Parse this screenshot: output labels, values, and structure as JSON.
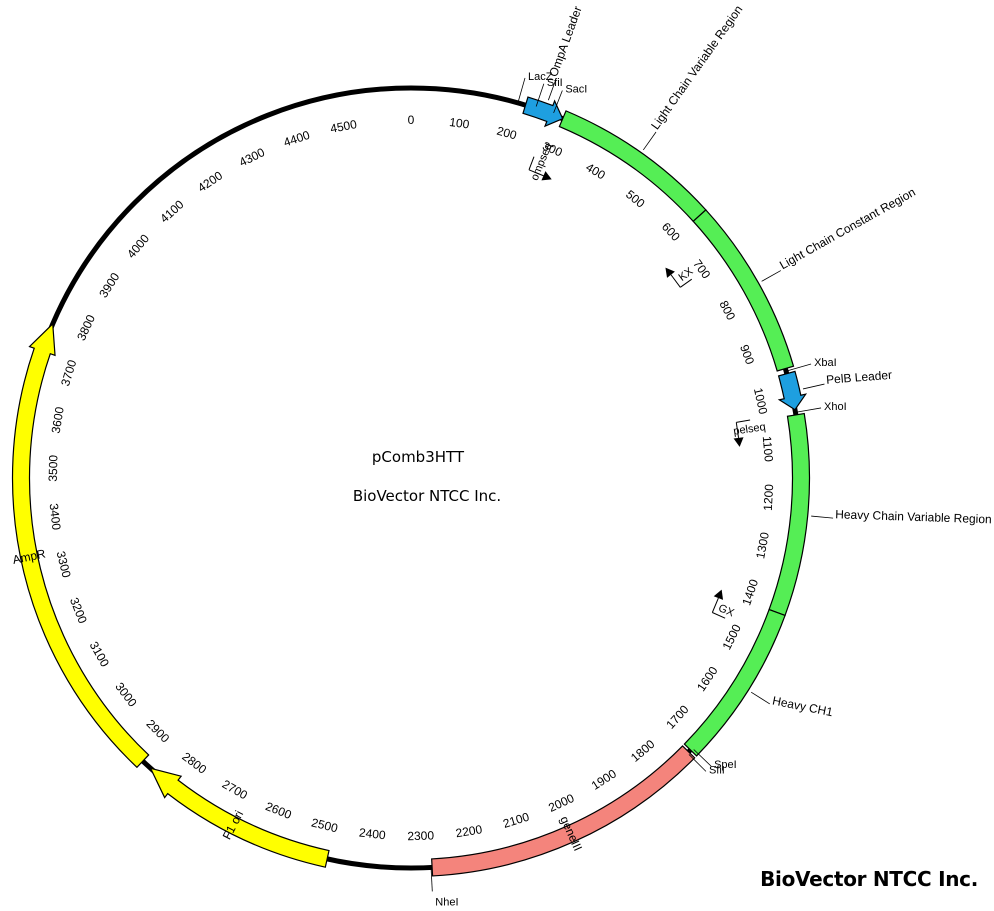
{
  "plasmid": {
    "name": "pComb3HTT",
    "company": "BioVector NTCC Inc.",
    "length": 4640,
    "tick_step": 100,
    "tick_labels": [
      "0",
      "100",
      "200",
      "300",
      "400",
      "500",
      "600",
      "700",
      "800",
      "900",
      "1000",
      "1100",
      "1200",
      "1300",
      "1400",
      "1500",
      "1600",
      "1700",
      "1800",
      "1900",
      "2000",
      "2100",
      "2200",
      "2300",
      "2400",
      "2500",
      "2600",
      "2700",
      "2800",
      "2900",
      "3000",
      "3100",
      "3200",
      "3300",
      "3400",
      "3500",
      "3600",
      "3700",
      "3800",
      "3900",
      "4000",
      "4100",
      "4200",
      "4300",
      "4400",
      "4500"
    ]
  },
  "features": [
    {
      "id": "ompa",
      "label": "OmpA Leader",
      "start": 220,
      "end": 295,
      "color": "#1e9fe0",
      "dir": 1,
      "label_pos": "outside"
    },
    {
      "id": "lcv",
      "label": "Light Chain Variable Region",
      "start": 295,
      "end": 615,
      "color": "#55ee55",
      "dir": 0,
      "label_pos": "outside"
    },
    {
      "id": "lcc",
      "label": "Light Chain Constant Region",
      "start": 615,
      "end": 950,
      "color": "#55ee55",
      "dir": 0,
      "label_pos": "outside"
    },
    {
      "id": "pelb",
      "label": "PelB Leader",
      "start": 960,
      "end": 1030,
      "color": "#1e9fe0",
      "dir": 1,
      "label_pos": "outside"
    },
    {
      "id": "hcv",
      "label": "Heavy Chain Variable Region",
      "start": 1040,
      "end": 1420,
      "color": "#55ee55",
      "dir": 0,
      "label_pos": "outside"
    },
    {
      "id": "hch1",
      "label": "Heavy CH1",
      "start": 1420,
      "end": 1730,
      "color": "#55ee55",
      "dir": 0,
      "label_pos": "outside"
    },
    {
      "id": "gene3",
      "label": "geneIII",
      "start": 1735,
      "end": 2280,
      "color": "#f4847c",
      "dir": 0,
      "label_pos": "inside"
    },
    {
      "id": "f1",
      "label": "F1 ori",
      "start": 2480,
      "end": 2860,
      "color": "#ffff00",
      "dir": 1,
      "label_pos": "inside"
    },
    {
      "id": "ampr",
      "label": "AmpR",
      "start": 2880,
      "end": 3780,
      "color": "#ffff00",
      "dir": 1,
      "label_pos": "inside"
    }
  ],
  "sites": [
    {
      "label": "LacZ",
      "pos": 205
    },
    {
      "label": "SfiI",
      "pos": 240
    },
    {
      "label": "SacI",
      "pos": 275
    },
    {
      "label": "XbaI",
      "pos": 955
    },
    {
      "label": "XhoI",
      "pos": 1035
    },
    {
      "label": "SpeI",
      "pos": 1725
    },
    {
      "label": "SfiI",
      "pos": 1738
    },
    {
      "label": "NheI",
      "pos": 2282
    }
  ],
  "primers": [
    {
      "label": "ompseq",
      "pos": 270,
      "dir": 1
    },
    {
      "label": "KX",
      "pos": 705,
      "dir": -1
    },
    {
      "label": "pelseq",
      "pos": 1035,
      "dir": 1
    },
    {
      "label": "GX",
      "pos": 1470,
      "dir": -1
    }
  ],
  "colors": {
    "backbone": "#000000",
    "leader": "#1e9fe0",
    "antibody": "#55ee55",
    "gene3": "#f4847c",
    "ori_amp": "#ffff00"
  }
}
